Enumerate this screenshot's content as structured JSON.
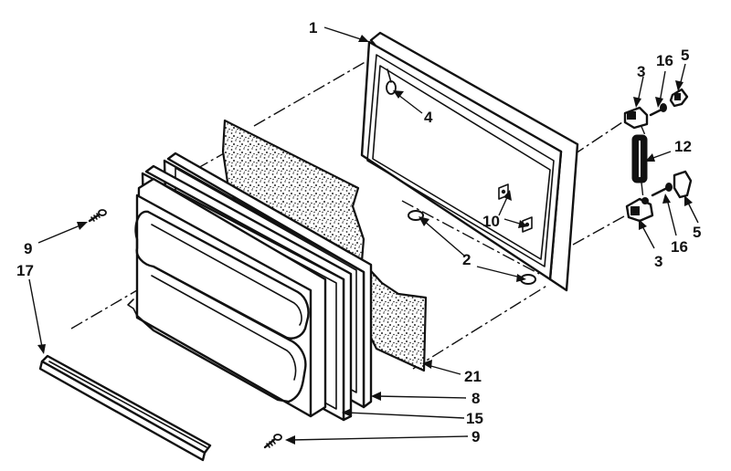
{
  "diagram": {
    "callouts": [
      {
        "id": "part-1",
        "text": "1"
      },
      {
        "id": "part-2",
        "text": "2"
      },
      {
        "id": "part-3-upper",
        "text": "3"
      },
      {
        "id": "part-3-lower",
        "text": "3"
      },
      {
        "id": "part-4",
        "text": "4"
      },
      {
        "id": "part-5-upper",
        "text": "5"
      },
      {
        "id": "part-5-lower",
        "text": "5"
      },
      {
        "id": "part-8",
        "text": "8"
      },
      {
        "id": "part-9-upper",
        "text": "9"
      },
      {
        "id": "part-9-lower",
        "text": "9"
      },
      {
        "id": "part-10",
        "text": "10"
      },
      {
        "id": "part-12",
        "text": "12"
      },
      {
        "id": "part-15",
        "text": "15"
      },
      {
        "id": "part-16-upper",
        "text": "16"
      },
      {
        "id": "part-16-lower",
        "text": "16"
      },
      {
        "id": "part-17",
        "text": "17"
      },
      {
        "id": "part-21",
        "text": "21"
      }
    ]
  }
}
